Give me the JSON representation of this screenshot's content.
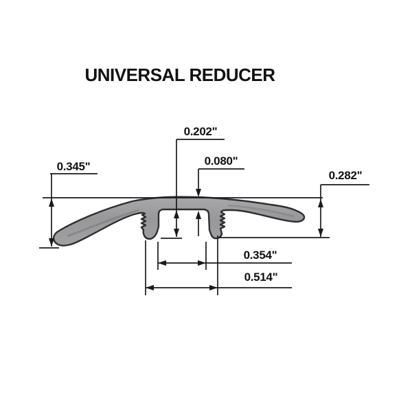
{
  "title": "UNIVERSAL REDUCER",
  "figure": {
    "kind": "profile-cross-section-drawing",
    "dims": {
      "d202": "0.202\"",
      "d080": "0.080\"",
      "d345": "0.345\"",
      "d282": "0.282\"",
      "d354": "0.354\"",
      "d514": "0.514\""
    }
  },
  "colors": {
    "background": "#ffffff",
    "line": "#1a1a1a",
    "text": "#111111",
    "profile_fill": "#9b9b9d",
    "profile_outline": "#2e2e30"
  }
}
